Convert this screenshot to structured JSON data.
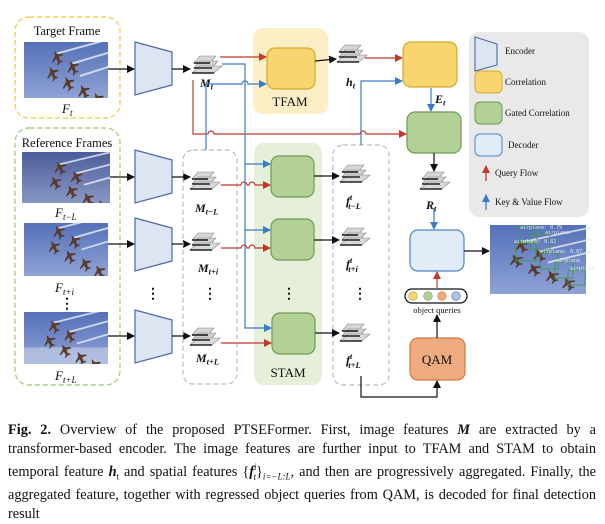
{
  "figure": {
    "target_group": {
      "title": "Target Frame",
      "frame_label": "F",
      "frame_sub": "t"
    },
    "reference_group": {
      "title": "Reference Frames",
      "frames": [
        {
          "label": "F",
          "sub": "t−L"
        },
        {
          "label": "F",
          "sub": "t+i"
        },
        {
          "label": "F",
          "sub": "t+L"
        }
      ],
      "ellipsis": "⋮"
    },
    "features": {
      "target": {
        "label": "M",
        "sub": "t"
      },
      "reference": [
        {
          "label": "M",
          "sub": "t−L"
        },
        {
          "label": "M",
          "sub": "t+i"
        },
        {
          "label": "M",
          "sub": "t+L"
        }
      ],
      "temporal": {
        "label": "h",
        "sub": "t"
      },
      "spatial": [
        {
          "label": "f",
          "sup": "t",
          "sub": "t−L"
        },
        {
          "label": "f",
          "sup": "t",
          "sub": "t+i"
        },
        {
          "label": "f",
          "sup": "t",
          "sub": "t+L"
        }
      ],
      "enhanced": {
        "label": "E",
        "sub": "t"
      },
      "result": {
        "label": "R",
        "sub": "t"
      }
    },
    "modules": {
      "tfam": "TFAM",
      "stam": "STAM",
      "qam": "QAM",
      "object_queries": "object queries"
    },
    "detections": [
      {
        "text": "airplane: 0.79"
      },
      {
        "text": "airplane"
      },
      {
        "text": "airplane: 0.82"
      },
      {
        "text": "airplane: 0.87"
      },
      {
        "text": "airplane"
      },
      {
        "text": "airplane"
      }
    ],
    "legend": {
      "items": [
        {
          "icon": "encoder-trapezoid-icon",
          "label": "Encoder"
        },
        {
          "icon": "correlation-box-icon",
          "label": "Correlation"
        },
        {
          "icon": "gated-correlation-box-icon",
          "label": "Gated Correlation"
        },
        {
          "icon": "decoder-box-icon",
          "label": "Decoder"
        },
        {
          "icon": "red-up-arrow-icon",
          "label": "Query Flow"
        },
        {
          "icon": "blue-up-arrow-icon",
          "label": "Key & Value Flow"
        }
      ]
    },
    "colors": {
      "query_flow": "#c0392b",
      "kv_flow": "#3a7bc8",
      "encoder_fill": "#dde4f2",
      "encoder_stroke": "#4a6aa8",
      "correlation_fill": "#f8d56e",
      "correlation_stroke": "#d4a72c",
      "gated_fill": "#b3d197",
      "gated_stroke": "#6d9a52",
      "decoder_fill": "#e2ecf7",
      "decoder_stroke": "#4a86c8",
      "qam_fill": "#eeab7f",
      "qam_stroke": "#cf7a44",
      "tfam_bg": "#fcefc6",
      "stam_bg": "#e5efd9",
      "target_border": "#f5cf5c",
      "reference_border": "#a9cf8a",
      "legend_bg": "#e9e9e9"
    }
  },
  "caption": {
    "fig_label": "Fig. 2.",
    "part1": " Overview of the proposed PTSEFormer. First, image features ",
    "m": "M",
    "part2": " are extracted by a transformer-based encoder. The image features are further input to TFAM and STAM to obtain temporal feature ",
    "h": "h",
    "h_sub": "t",
    "part3": " and spatial features {",
    "f": "f",
    "f_sup": "i",
    "f_sub": "t",
    "part4": "}",
    "range_sub": "i=−L:L",
    "part5": ", and then are progressively aggregated. Finally, the aggregated feature, together with regressed object queries from QAM, is decoded for final detection result"
  }
}
